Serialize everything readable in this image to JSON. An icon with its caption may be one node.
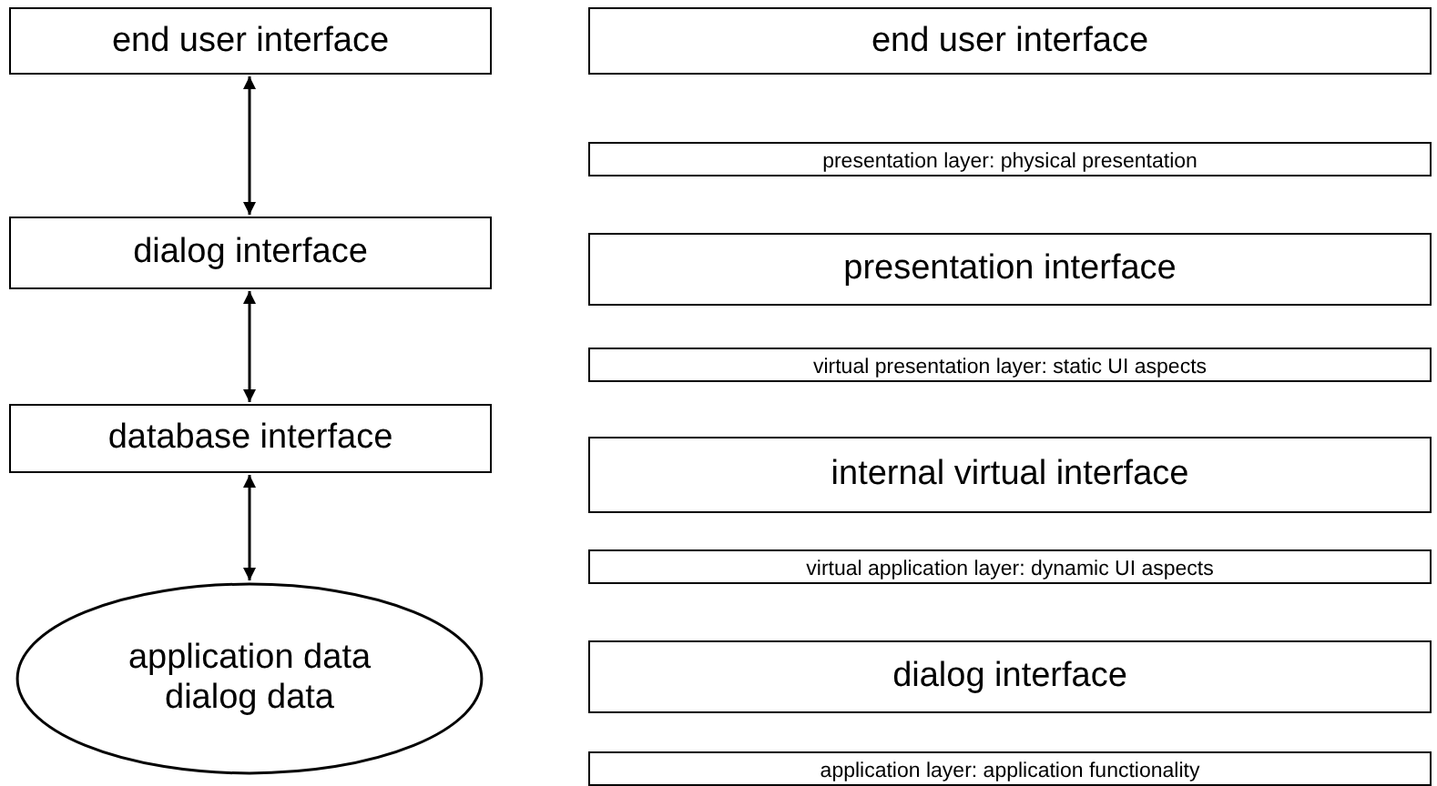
{
  "diagram": {
    "nodes": [
      {
        "text": [
          "end user interface"
        ]
      },
      {
        "text": [
          "dialog interface"
        ]
      },
      {
        "text": [
          "database interface"
        ]
      },
      {
        "text": [
          "application data dialog data"
        ]
      },
      {
        "text": [
          "end user interface"
        ]
      },
      {
        "text": [
          "presentation layer: physical presentation"
        ]
      },
      {
        "text": [
          "presentation interface"
        ]
      },
      {
        "text": [
          "virtual presentation layer: static UI aspects"
        ]
      },
      {
        "text": [
          "internal virtual interface"
        ]
      },
      {
        "text": [
          "virtual application layer: dynamic UI aspects"
        ]
      },
      {
        "text": [
          "dialog interface"
        ]
      },
      {
        "text": [
          "application layer: application functionality"
        ]
      }
    ],
    "edges": [
      {
        "from": 0,
        "to": 1,
        "arrow": "both"
      },
      {
        "from": 1,
        "to": 2,
        "arrow": "both"
      },
      {
        "from": 2,
        "to": 3,
        "arrow": "both"
      }
    ]
  }
}
